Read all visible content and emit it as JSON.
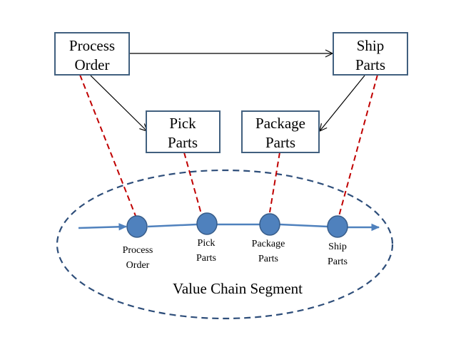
{
  "colors": {
    "box_border": "#41607f",
    "black_arrow": "#000000",
    "red_dash": "#c00000",
    "flow_line": "#4f81bd",
    "node_fill": "#4f81bd",
    "node_stroke": "#385d8a",
    "ellipse": "#2e4e7a"
  },
  "boxes": {
    "process_order": {
      "line1": "Process",
      "line2": "Order"
    },
    "ship_parts": {
      "line1": "Ship",
      "line2": "Parts"
    },
    "pick_parts": {
      "line1": "Pick",
      "line2": "Parts"
    },
    "package_parts": {
      "line1": "Package",
      "line2": "Parts"
    }
  },
  "chain": {
    "nodes": [
      {
        "line1": "Process",
        "line2": "Order"
      },
      {
        "line1": "Pick",
        "line2": "Parts"
      },
      {
        "line1": "Package",
        "line2": "Parts"
      },
      {
        "line1": "Ship",
        "line2": "Parts"
      }
    ],
    "segment_label": "Value Chain Segment"
  }
}
